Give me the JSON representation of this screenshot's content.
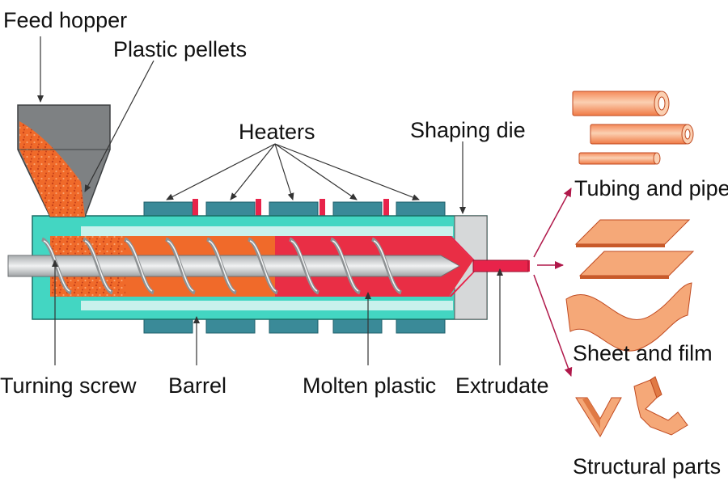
{
  "labels": {
    "feed_hopper": "Feed hopper",
    "plastic_pellets": "Plastic pellets",
    "heaters": "Heaters",
    "shaping_die": "Shaping die",
    "turning_screw": "Turning screw",
    "barrel": "Barrel",
    "molten_plastic": "Molten plastic",
    "extrudate": "Extrudate",
    "tubing_and_pipes": "Tubing and pipes",
    "sheet_and_film": "Sheet and film",
    "structural_parts": "Structural parts"
  },
  "colors": {
    "barrel_teal": "#43d6c2",
    "barrel_light": "#c9f1ec",
    "pellet_orange": "#f06a2a",
    "molten_red": "#e8234a",
    "heater_blue": "#3a8a98",
    "screw_gray": "#c9cccd",
    "hopper_gray": "#7e8183",
    "product_orange": "#f2a06a",
    "arrow_crimson": "#b0184a"
  }
}
